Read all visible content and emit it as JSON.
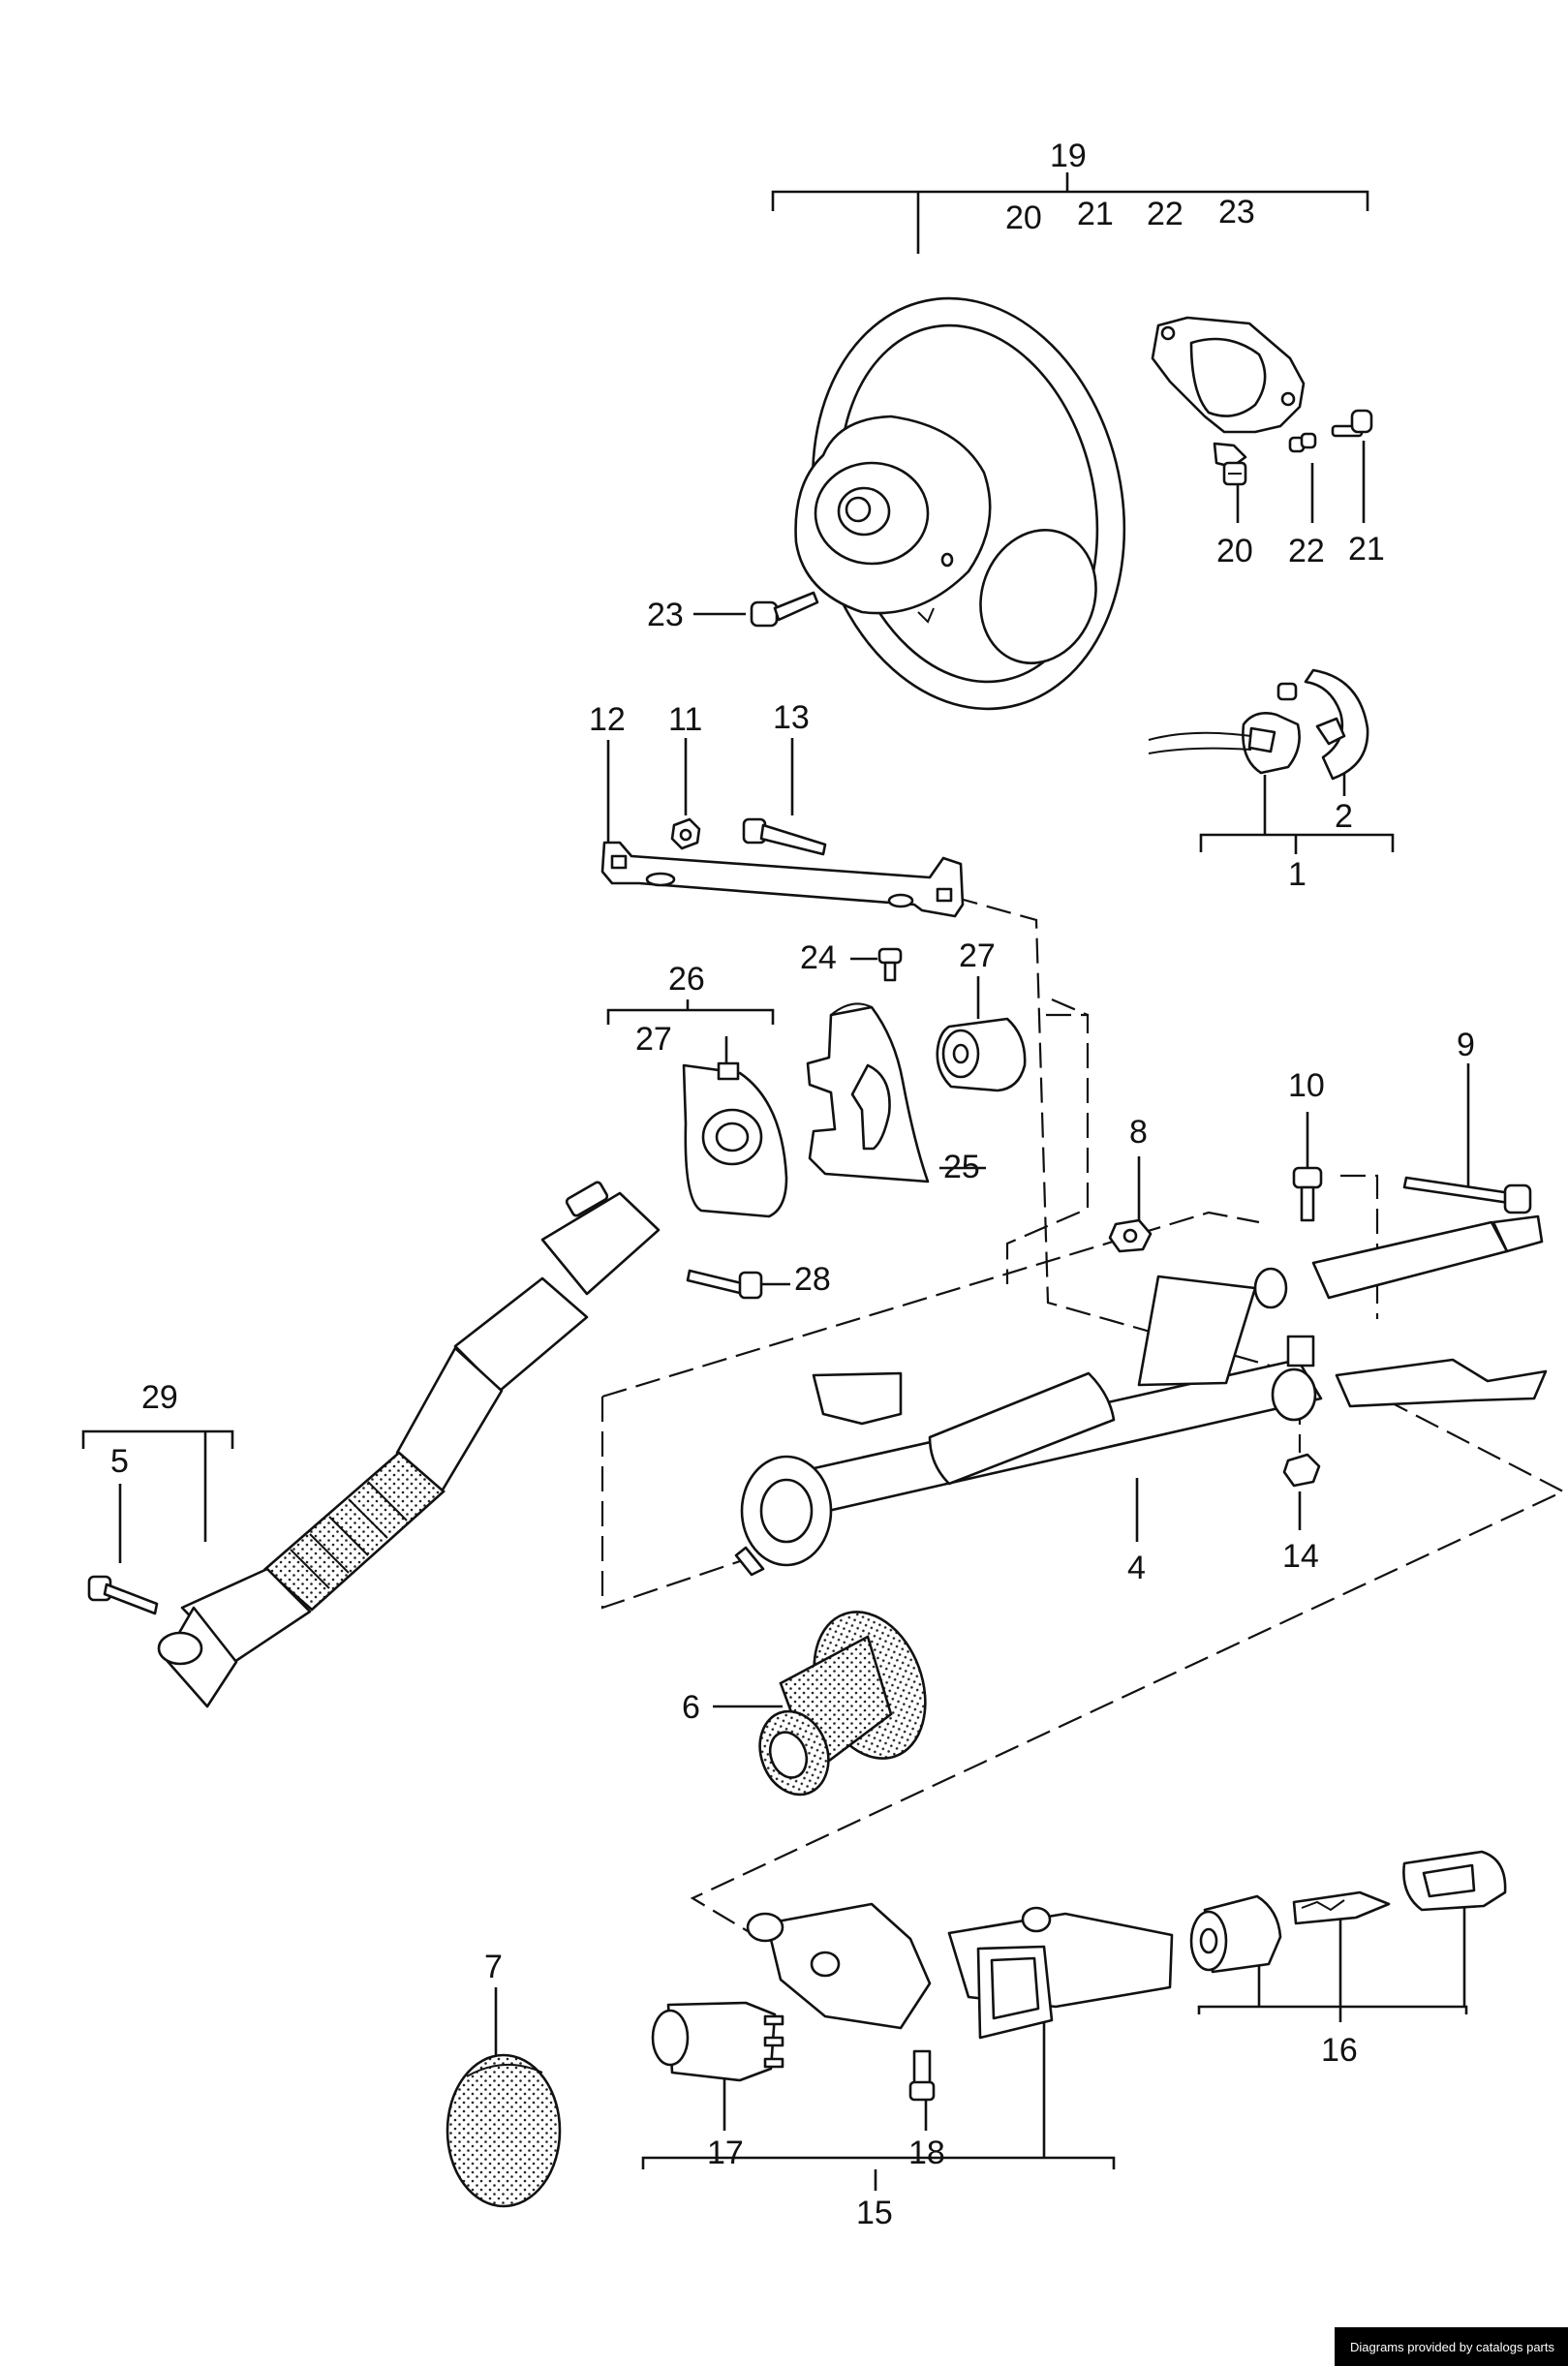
{
  "callouts": [
    {
      "id": "c19a",
      "text": "19"
    },
    {
      "id": "c20a",
      "text": "20"
    },
    {
      "id": "c21a",
      "text": "21"
    },
    {
      "id": "c22a",
      "text": "22"
    },
    {
      "id": "c23a",
      "text": "23"
    },
    {
      "id": "c20b",
      "text": "20"
    },
    {
      "id": "c22b",
      "text": "22"
    },
    {
      "id": "c21b",
      "text": "21"
    },
    {
      "id": "c23b",
      "text": "23"
    },
    {
      "id": "c12",
      "text": "12"
    },
    {
      "id": "c11",
      "text": "11"
    },
    {
      "id": "c13",
      "text": "13"
    },
    {
      "id": "c2",
      "text": "2"
    },
    {
      "id": "c1",
      "text": "1"
    },
    {
      "id": "c24",
      "text": "24"
    },
    {
      "id": "c27a",
      "text": "27"
    },
    {
      "id": "c26",
      "text": "26"
    },
    {
      "id": "c27b",
      "text": "27"
    },
    {
      "id": "c25",
      "text": "25"
    },
    {
      "id": "c28",
      "text": "28"
    },
    {
      "id": "c9",
      "text": "9"
    },
    {
      "id": "c10",
      "text": "10"
    },
    {
      "id": "c8",
      "text": "8"
    },
    {
      "id": "c29",
      "text": "29"
    },
    {
      "id": "c5",
      "text": "5"
    },
    {
      "id": "c4",
      "text": "4"
    },
    {
      "id": "c14",
      "text": "14"
    },
    {
      "id": "c6",
      "text": "6"
    },
    {
      "id": "c7",
      "text": "7"
    },
    {
      "id": "c16",
      "text": "16"
    },
    {
      "id": "c17",
      "text": "17"
    },
    {
      "id": "c18",
      "text": "18"
    },
    {
      "id": "c15",
      "text": "15"
    }
  ],
  "credit": "Diagrams provided by catalogs parts"
}
